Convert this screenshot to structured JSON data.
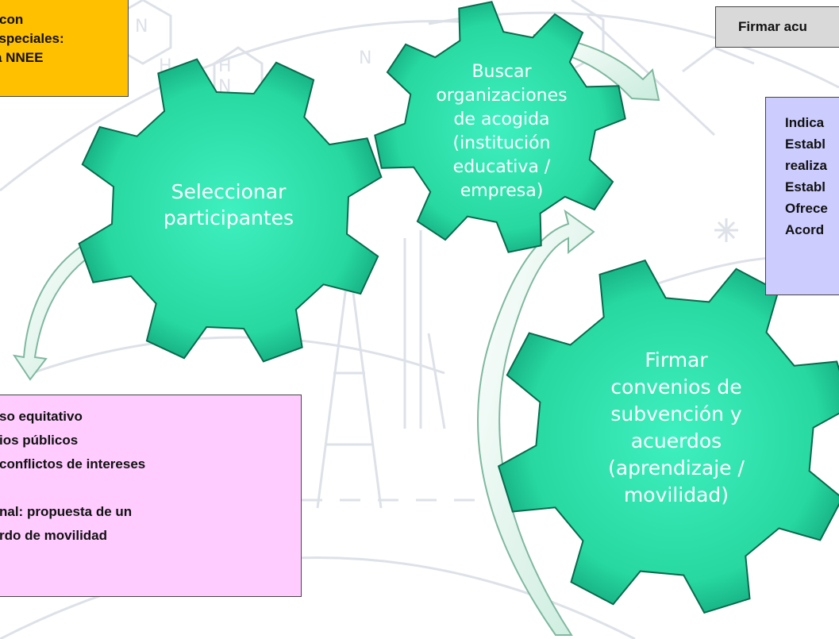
{
  "colors": {
    "gear_fill": "#2ee0a8",
    "gear_stroke": "#0a6a4e",
    "arrow_fill": "#e7f7ef",
    "orange_box": "#ffc000",
    "gray_box": "#d9d9d9",
    "lavender_box": "#ccccff",
    "pink_box": "#ffccff",
    "sketch_lines": "#dde1e8"
  },
  "boxes": {
    "special_needs": [
      "con",
      "especiales:",
      "a NNEE"
    ],
    "sign_agreement": [
      "Firmar acu"
    ],
    "indicators": [
      "Indica",
      "Establ",
      "realiza",
      "Establ",
      "Ofrece",
      "Acord"
    ],
    "selection_criteria": [
      "so equitativo",
      "ios públicos",
      " conflictos de intereses",
      "",
      "nal: propuesta de un",
      "rdo de movilidad"
    ]
  },
  "gears": {
    "select_participants": [
      "Seleccionar",
      "participantes"
    ],
    "find_host_organizations": [
      "Buscar",
      "organizaciones",
      "de  acogida",
      "(institución",
      "educativa /",
      "empresa)"
    ],
    "sign_grant_agreements": [
      "Firmar",
      "convenios de",
      "subvención y",
      "acuerdos",
      "(aprendizaje /",
      "movilidad)"
    ]
  },
  "icons": [
    "gear-icon",
    "curved-arrow-icon"
  ]
}
